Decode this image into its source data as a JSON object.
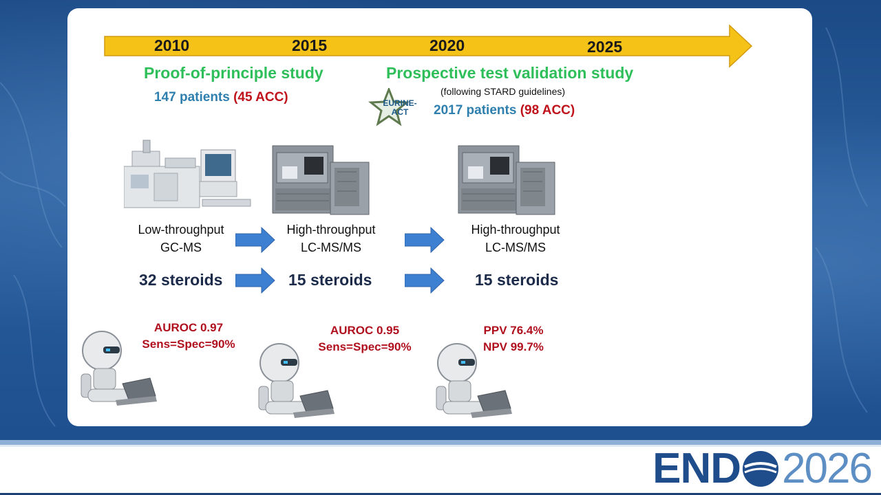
{
  "timeline": {
    "years": [
      "2010",
      "2015",
      "2020",
      "2025"
    ]
  },
  "studies": {
    "proof": {
      "title": "Proof-of-principle study",
      "patients": "147 patients",
      "acc": "(45 ACC)"
    },
    "prospective": {
      "title": "Prospective test validation study",
      "note": "(following STARD guidelines)",
      "badge_line1": "EURINE-",
      "badge_line2": "ACT",
      "patients": "2017 patients",
      "acc": "(98 ACC)"
    }
  },
  "methods": [
    {
      "line1": "Low-throughput",
      "line2": "GC-MS",
      "steroids": "32 steroids",
      "metric1": "AUROC 0.97",
      "metric2": "Sens=Spec=90%"
    },
    {
      "line1": "High-throughput",
      "line2": "LC-MS/MS",
      "steroids": "15 steroids",
      "metric1": "AUROC 0.95",
      "metric2": "Sens=Spec=90%"
    },
    {
      "line1": "High-throughput",
      "line2": "LC-MS/MS",
      "steroids": "15 steroids",
      "metric1": "PPV 76.4%",
      "metric2": "NPV 99.7%"
    }
  ],
  "footer": {
    "logo_end": "END",
    "logo_year": "2026"
  },
  "colors": {
    "timeline_arrow": "#f5c218",
    "green_title": "#2fbf5a",
    "teal_text": "#2f7fae",
    "red_text": "#c0121b",
    "blue_arrow": "#3d7fd0",
    "logo_dark": "#1f4c8a",
    "logo_light": "#5d8fc4"
  },
  "icons": {
    "machine": "mass-spectrometer-icon",
    "robot": "robot-with-laptop-icon",
    "arrow": "right-arrow-icon",
    "star": "star-badge-icon"
  }
}
